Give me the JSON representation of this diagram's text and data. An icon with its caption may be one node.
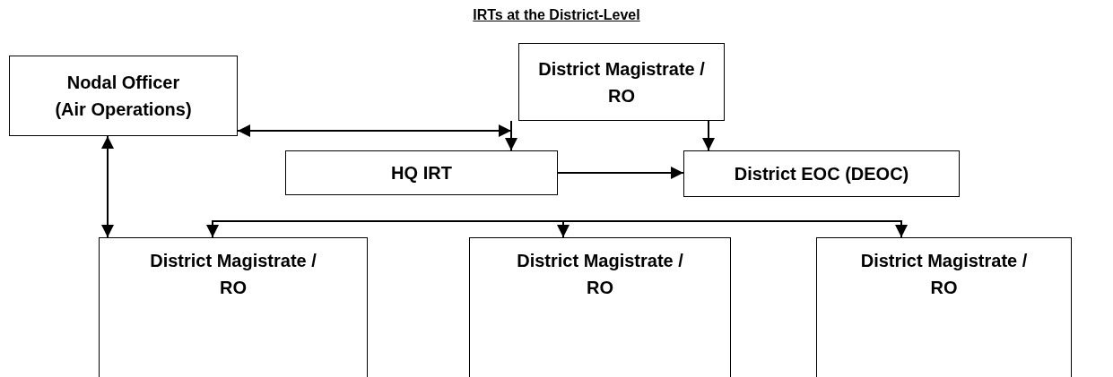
{
  "diagram": {
    "title": "IRTs at the District-Level",
    "nodes": [
      {
        "text": [
          "District Magistrate / RO"
        ]
      },
      {
        "text": [
          "Nodal Officer (Air Operations)"
        ]
      },
      {
        "text": [
          "HQ IRT"
        ]
      },
      {
        "text": [
          "District EOC (DEOC)"
        ]
      },
      {
        "text": [
          "District Magistrate / RO"
        ]
      },
      {
        "text": [
          "District Magistrate / RO"
        ]
      },
      {
        "text": [
          "District Magistrate / RO"
        ]
      }
    ],
    "edges": [
      {
        "from": 1,
        "to": 0,
        "arrow": "both"
      },
      {
        "from": 0,
        "to": 2,
        "arrow": "to"
      },
      {
        "from": 0,
        "to": 3,
        "arrow": "to"
      },
      {
        "from": 2,
        "to": 3,
        "arrow": "to"
      },
      {
        "from": 1,
        "to": 4,
        "arrow": "both"
      },
      {
        "from": null,
        "to": 4,
        "arrow": "to"
      },
      {
        "from": null,
        "to": 5,
        "arrow": "to"
      },
      {
        "from": null,
        "to": 6,
        "arrow": "to"
      }
    ]
  }
}
